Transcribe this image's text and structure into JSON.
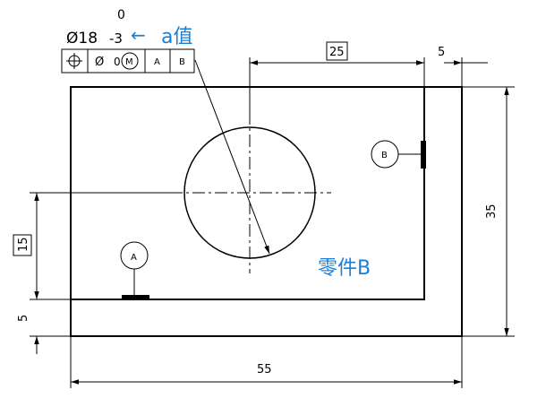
{
  "diameter_label": "Ø18",
  "tolerance_upper": "0",
  "tolerance_lower": "-3",
  "annotation": {
    "arrow": "←",
    "text": "a值"
  },
  "frame": {
    "feature_symbol": "⊕",
    "tolerance_symbol": "Ø",
    "tolerance_value": "0",
    "modifier": "M",
    "datum_1": "A",
    "datum_2": "B"
  },
  "dimensions": {
    "top_box": "25",
    "top_right": "5",
    "right_height": "35",
    "left_box": "15",
    "left_bottom": "5",
    "bottom_width": "55"
  },
  "datums": {
    "a": "A",
    "b": "B"
  },
  "part_label": "零件B",
  "colors": {
    "line": "#000000",
    "annotation": "#1a7fd6"
  }
}
